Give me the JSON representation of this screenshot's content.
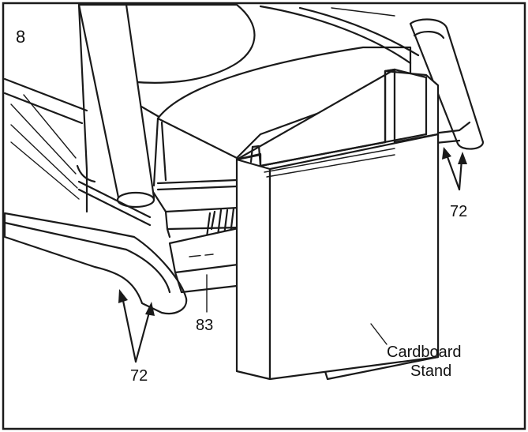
{
  "figure": {
    "step_number": "8",
    "labels": {
      "part_72_left": "72",
      "part_72_right": "72",
      "part_83": "83",
      "stand_line1": "Cardboard",
      "stand_line2": "Stand"
    },
    "icons": {
      "arrow": "arrow-icon"
    }
  }
}
